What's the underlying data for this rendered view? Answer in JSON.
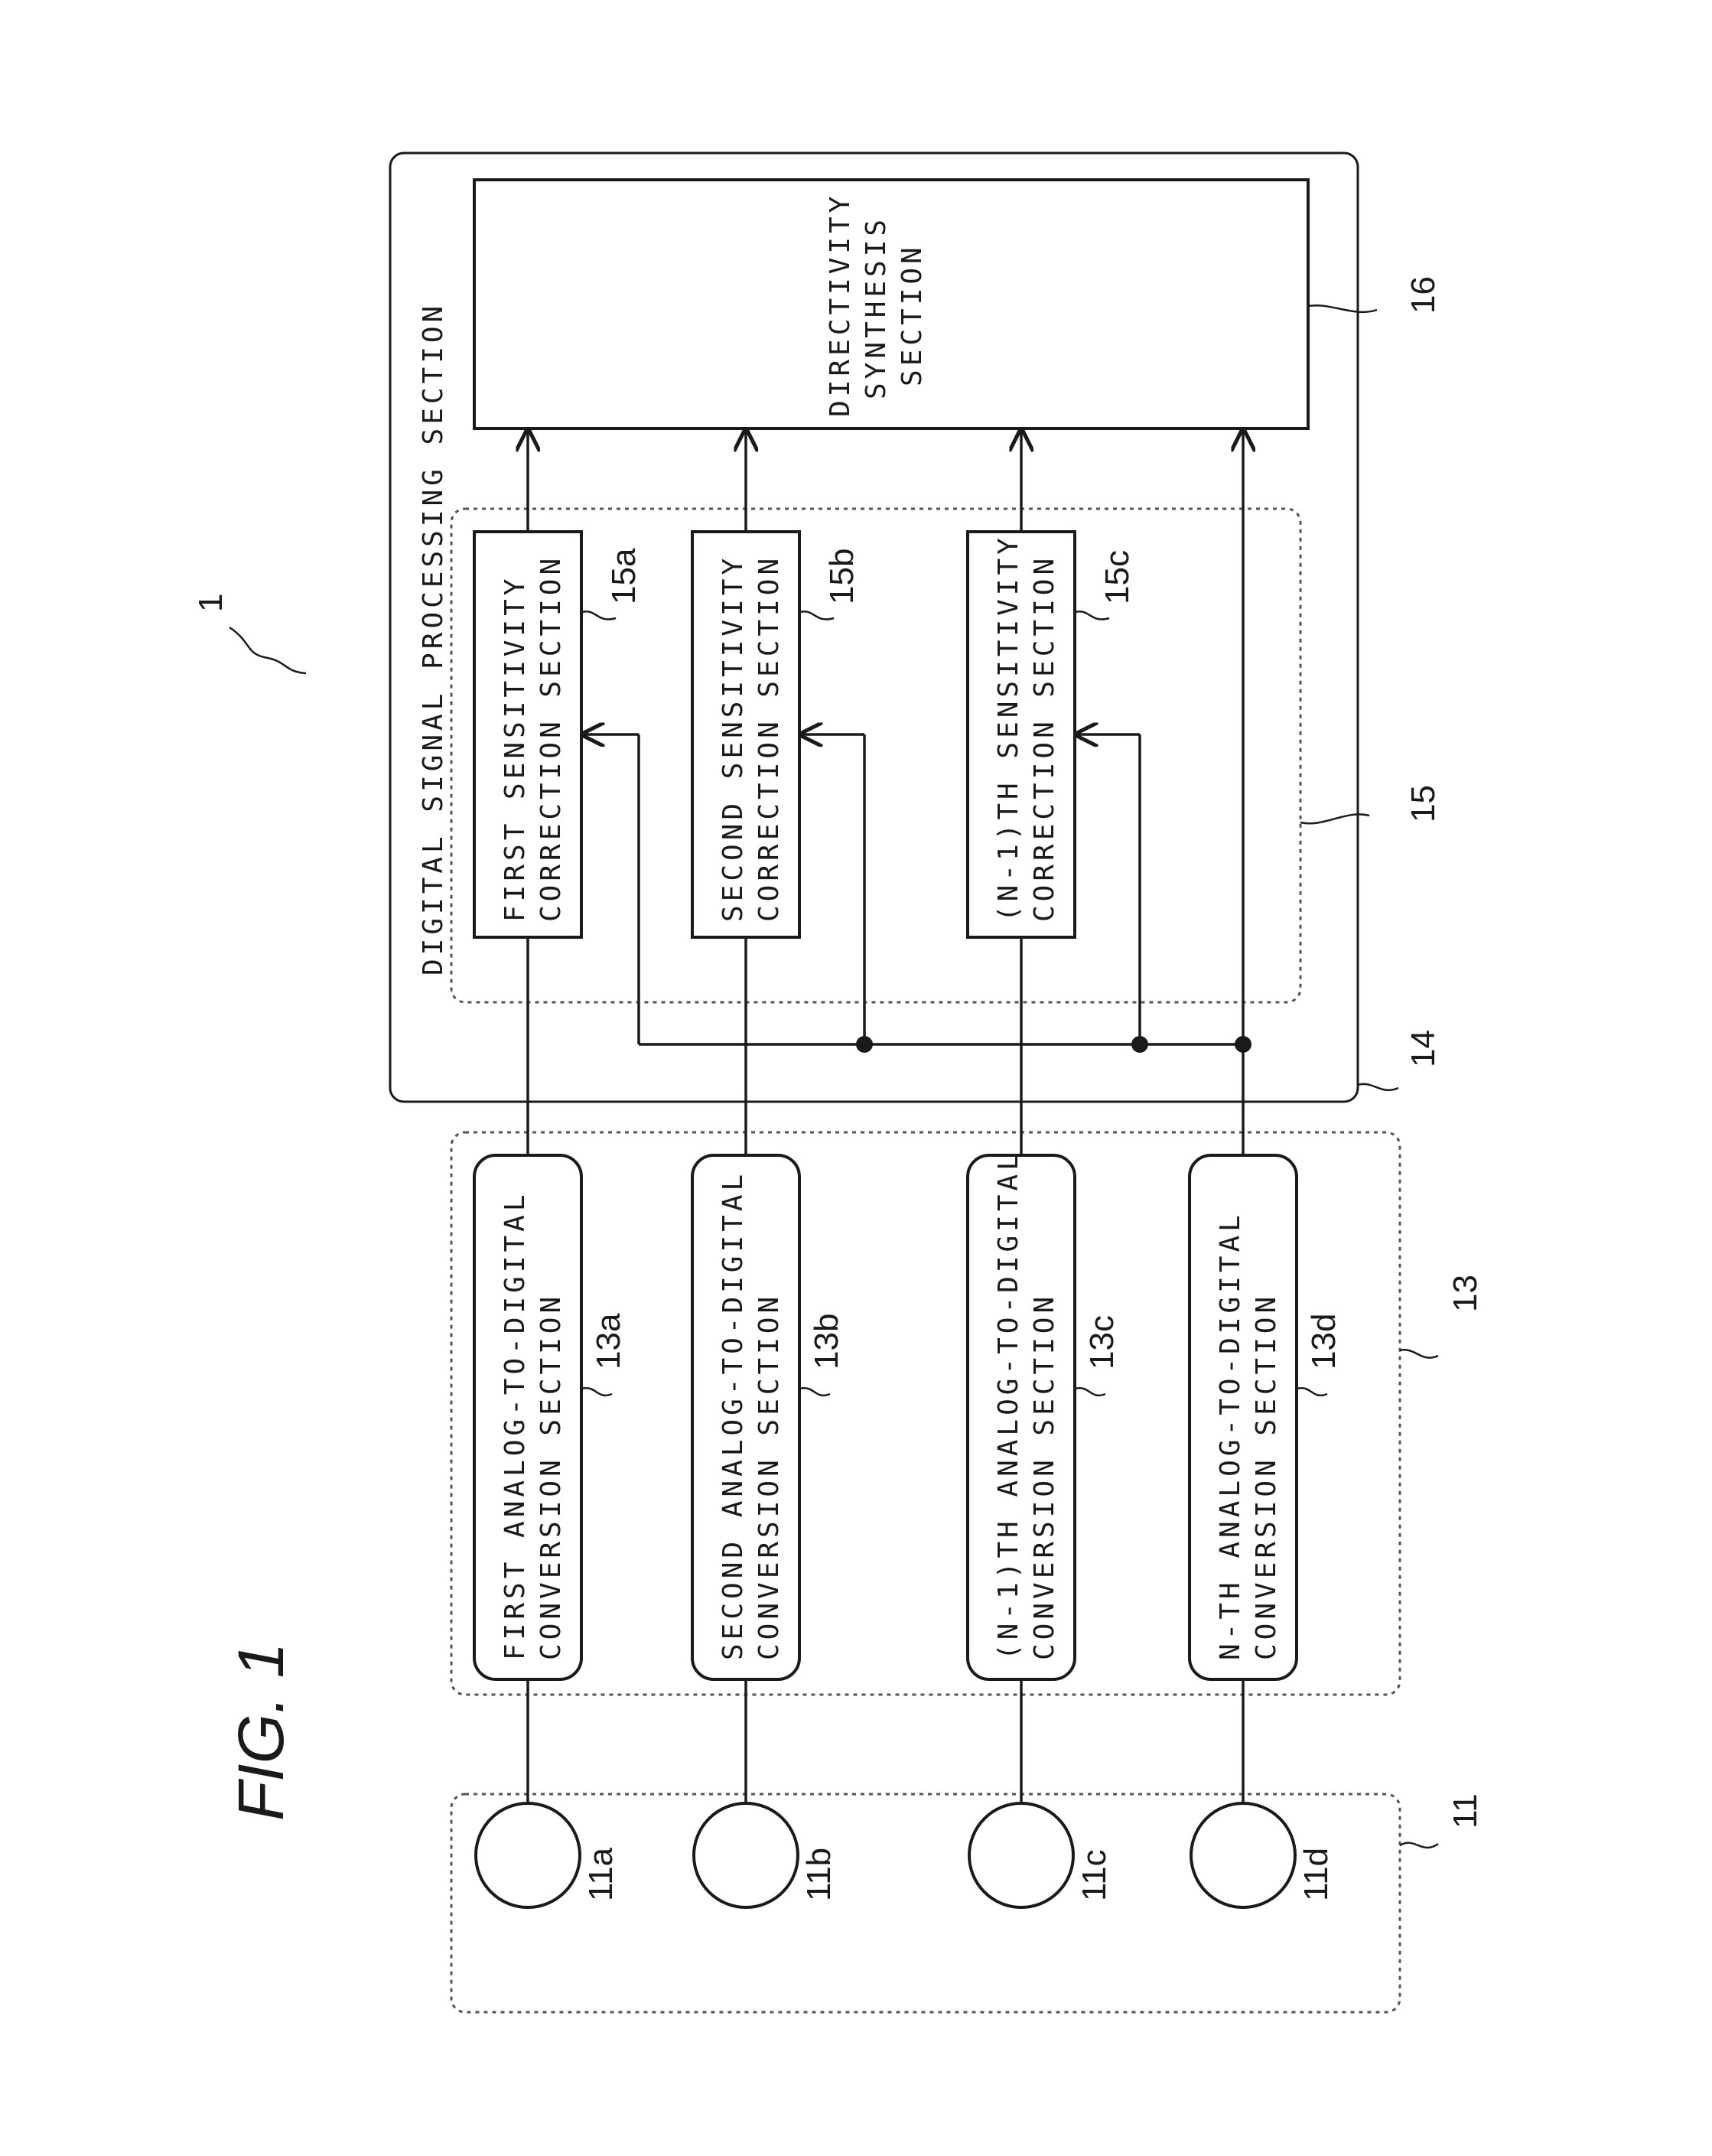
{
  "figure": {
    "title": "FIG. 1",
    "device_ref": "1"
  },
  "microphones": {
    "group_ref": "11",
    "items": [
      {
        "ref": "11a"
      },
      {
        "ref": "11b"
      },
      {
        "ref": "11c"
      },
      {
        "ref": "11d"
      }
    ]
  },
  "ad_converters": {
    "group_ref": "13",
    "items": [
      {
        "ref": "13a",
        "line1": "FIRST ANALOG-TO-DIGITAL",
        "line2": "CONVERSION SECTION"
      },
      {
        "ref": "13b",
        "line1": "SECOND ANALOG-TO-DIGITAL",
        "line2": "CONVERSION SECTION"
      },
      {
        "ref": "13c",
        "line1": "(N-1)TH ANALOG-TO-DIGITAL",
        "line2": "CONVERSION SECTION"
      },
      {
        "ref": "13d",
        "line1": "N-TH ANALOG-TO-DIGITAL",
        "line2": "CONVERSION SECTION"
      }
    ]
  },
  "dsp": {
    "ref": "14",
    "label": "DIGITAL SIGNAL PROCESSING SECTION"
  },
  "sensitivity": {
    "group_ref": "15",
    "items": [
      {
        "ref": "15a",
        "line1": "FIRST SENSITIVITY",
        "line2": "CORRECTION SECTION"
      },
      {
        "ref": "15b",
        "line1": "SECOND SENSITIVITY",
        "line2": "CORRECTION SECTION"
      },
      {
        "ref": "15c",
        "line1": "(N-1)TH SENSITIVITY",
        "line2": "CORRECTION SECTION"
      }
    ]
  },
  "directivity": {
    "ref": "16",
    "line1": "DIRECTIVITY",
    "line2": "SYNTHESIS",
    "line3": "SECTION"
  }
}
